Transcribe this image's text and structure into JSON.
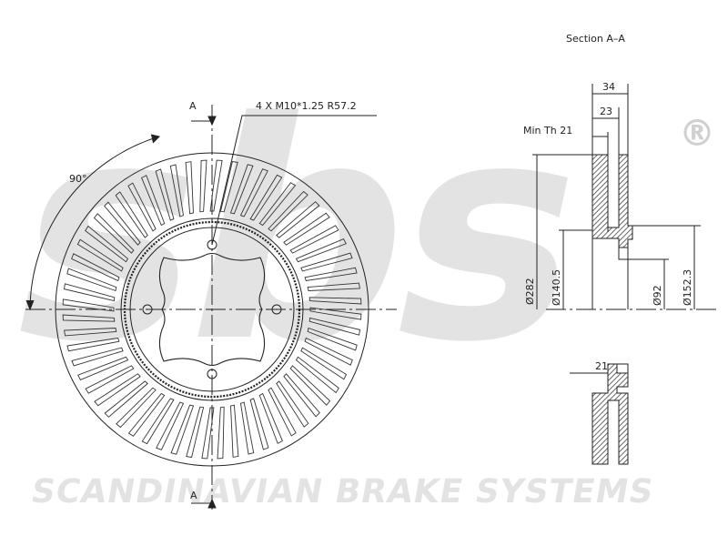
{
  "watermark": {
    "logo": "sbs",
    "registered": "®",
    "tagline": "SCANDINAVIAN BRAKE SYSTEMS"
  },
  "front_view": {
    "section_marker_top": "A",
    "section_marker_bottom": "A",
    "angle_label": "90°",
    "bolt_spec": "4 X M10*1.25 R57.2"
  },
  "section_view": {
    "title": "Section A–A",
    "dim_total_width": "34",
    "dim_hub_width": "23",
    "min_thickness": "Min Th 21",
    "dia_outer": "Ø282",
    "dia_140": "Ø140.5",
    "dia_92": "Ø92",
    "dia_152": "Ø152.3",
    "dim_lower_width": "21"
  },
  "colors": {
    "line": "#222222",
    "watermark": "#e3e3e3",
    "hatch": "#555555"
  }
}
